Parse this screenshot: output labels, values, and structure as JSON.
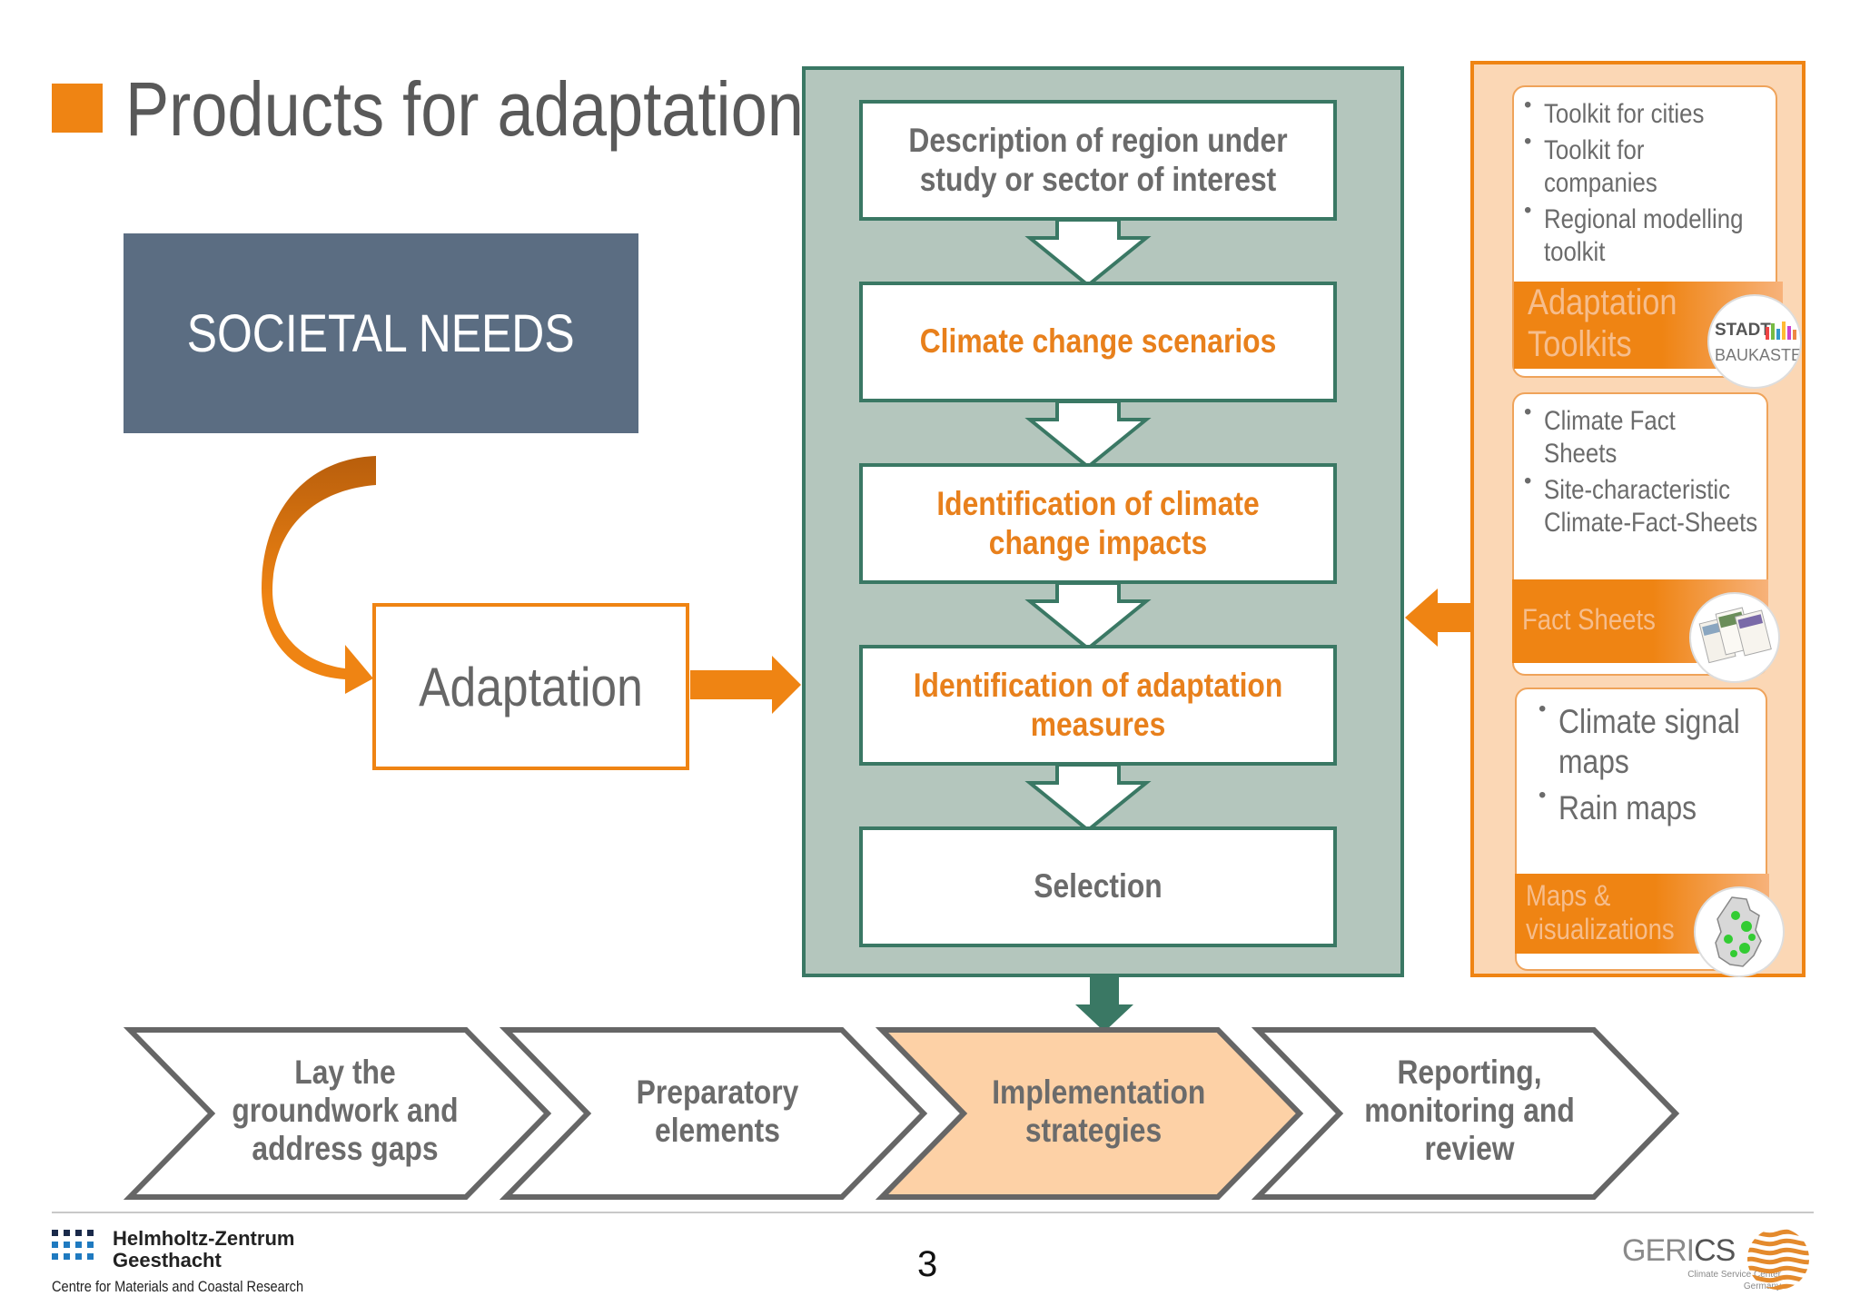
{
  "title": "Products for adaptation",
  "societal_needs": "SOCIETAL NEEDS",
  "adaptation": "Adaptation",
  "process_steps": [
    {
      "label": "Description of region under study or sector of interest"
    },
    {
      "label": "Climate change scenarios"
    },
    {
      "label": "Identification of climate change impacts"
    },
    {
      "label": "Identification of adaptation measures"
    },
    {
      "label": "Selection"
    }
  ],
  "products": [
    {
      "items": [
        "Toolkit for cities",
        "Toolkit for companies",
        "Regional modelling toolkit"
      ],
      "band": "Adaptation Toolkits",
      "logo_text_1": "STADT",
      "logo_text_2": "BAUKASTEN"
    },
    {
      "items": [
        "Climate Fact Sheets",
        "Site-characteristic Climate-Fact-Sheets"
      ],
      "band": "Fact Sheets"
    },
    {
      "items": [
        "Climate signal maps",
        "Rain maps"
      ],
      "band": "Maps & visualizations"
    }
  ],
  "phases": [
    {
      "label": "Lay the groundwork and address gaps"
    },
    {
      "label": "Preparatory elements"
    },
    {
      "label": "Implementation strategies"
    },
    {
      "label": "Reporting, monitoring and review"
    }
  ],
  "footer": {
    "page_number": "3",
    "hzg_line1": "Helmholtz-Zentrum",
    "hzg_line2": "Geesthacht",
    "hzg_sub": "Centre for Materials and Coastal Research",
    "gerics_a": "GERI",
    "gerics_b": "CS",
    "gerics_sub1": "Climate Service Center",
    "gerics_sub2": "Germany"
  },
  "colors": {
    "orange": "#ef8413",
    "green": "#3a7864",
    "panel_green": "#b4c6bd",
    "panel_orange": "#fbd7b5",
    "slate": "#5b6d82",
    "highlight_phase": "#fdd1a6"
  }
}
